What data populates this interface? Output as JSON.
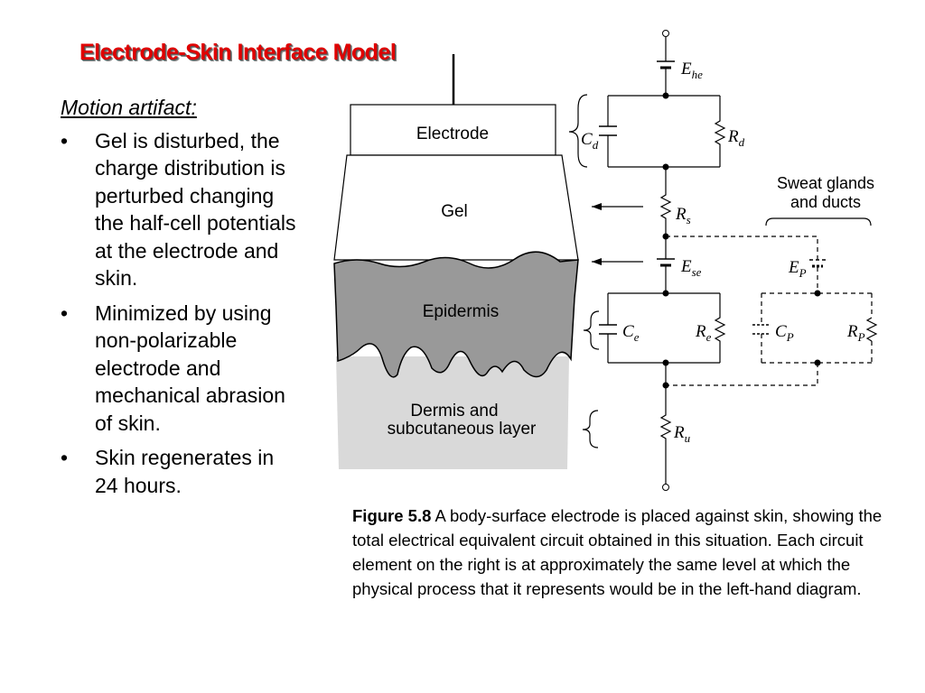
{
  "title": "Electrode-Skin Interface Model",
  "left": {
    "heading": "Motion artifact:",
    "bullets": [
      "Gel is disturbed, the charge distribution is perturbed changing the half-cell potentials at the electrode and skin.",
      "Minimized by using non-polarizable electrode and mechanical abrasion of skin.",
      "Skin regenerates in 24 hours."
    ]
  },
  "diagram": {
    "layers": {
      "electrode": "Electrode",
      "gel": "Gel",
      "epidermis": "Epidermis",
      "dermis_line1": "Dermis and",
      "dermis_line2": "subcutaneous layer"
    },
    "sweat_label_line1": "Sweat glands",
    "sweat_label_line2": "and ducts",
    "components": {
      "Ehe": {
        "main": "E",
        "sub": "he"
      },
      "Cd": {
        "main": "C",
        "sub": "d"
      },
      "Rd": {
        "main": "R",
        "sub": "d"
      },
      "Rs": {
        "main": "R",
        "sub": "s"
      },
      "Ese": {
        "main": "E",
        "sub": "se"
      },
      "EP": {
        "main": "E",
        "sub": "P"
      },
      "Ce": {
        "main": "C",
        "sub": "e"
      },
      "Re": {
        "main": "R",
        "sub": "e"
      },
      "CP": {
        "main": "C",
        "sub": "P"
      },
      "RP": {
        "main": "R",
        "sub": "P"
      },
      "Ru": {
        "main": "R",
        "sub": "u"
      }
    },
    "colors": {
      "epidermis": "#999999",
      "dermis": "#d9d9d9",
      "title": "#e00000"
    }
  },
  "caption": {
    "figure_label": "Figure 5.8",
    "text": " A body-surface electrode is placed against skin, showing the total electrical equivalent circuit obtained in this situation. Each circuit element on the right is at approximately the same level at which the physical process that it represents would be in the left-hand diagram."
  }
}
